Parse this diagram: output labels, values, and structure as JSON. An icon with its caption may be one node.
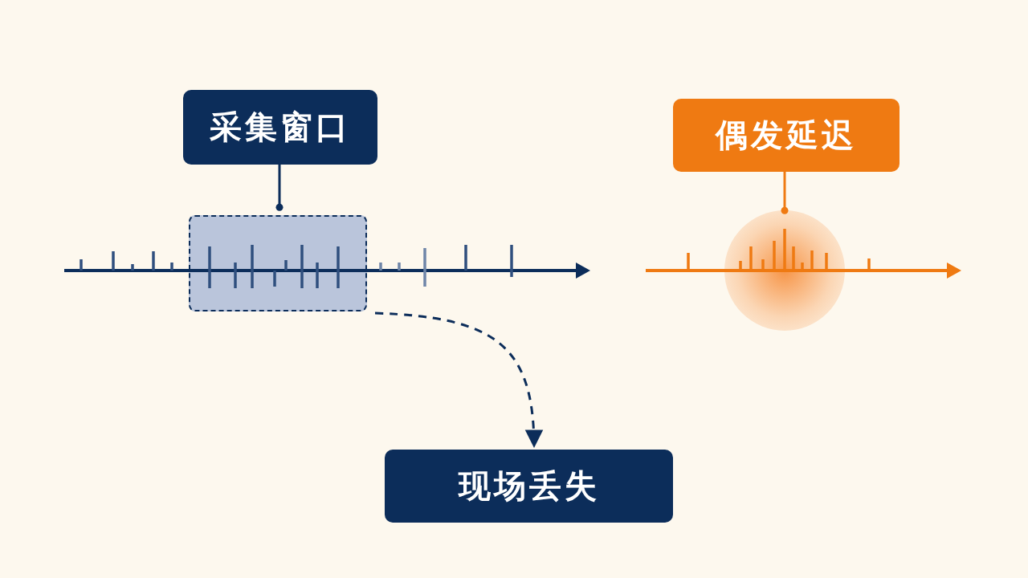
{
  "diagram": {
    "nodes": [
      {
        "text": [
          "采集窗口"
        ]
      },
      {
        "text": [],
        "shape": "box"
      },
      {
        "text": [
          "现场丢失"
        ]
      },
      {
        "text": [
          "偶发延迟"
        ]
      },
      {
        "text": [],
        "shape": "circle"
      }
    ],
    "edges": [
      {
        "from": 0,
        "to": 1,
        "arrow": "other"
      },
      {
        "from": 1,
        "to": 2,
        "arrow": "to",
        "style": "dashed"
      },
      {
        "from": 3,
        "to": 4,
        "arrow": "other",
        "color": "#ef7a12"
      }
    ]
  }
}
